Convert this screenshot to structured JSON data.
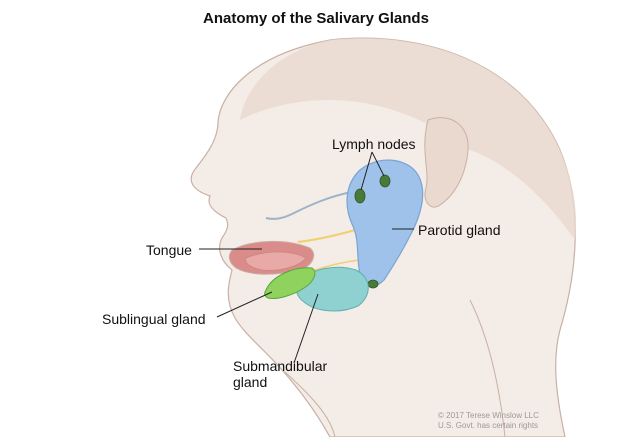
{
  "title": "Anatomy of the Salivary Glands",
  "labels": {
    "lymph_nodes": "Lymph nodes",
    "parotid_gland": "Parotid gland",
    "tongue": "Tongue",
    "sublingual_gland": "Sublingual gland",
    "submandibular_line1": "Submandibular",
    "submandibular_line2": "gland"
  },
  "credit": {
    "line1": "© 2017 Terese Winslow LLC",
    "line2": "U.S. Govt. has certain rights"
  },
  "colors": {
    "skin": "#f4ece6",
    "skin_shade": "#ead9cf",
    "outline": "#c9b0a4",
    "parotid": "#9fc2ea",
    "lymph": "#4a7a3a",
    "tongue": "#e9a9a6",
    "sublingual": "#8fd25e",
    "submandibular": "#8fd0d0",
    "duct": "#f0d070",
    "pointer": "#222222"
  }
}
